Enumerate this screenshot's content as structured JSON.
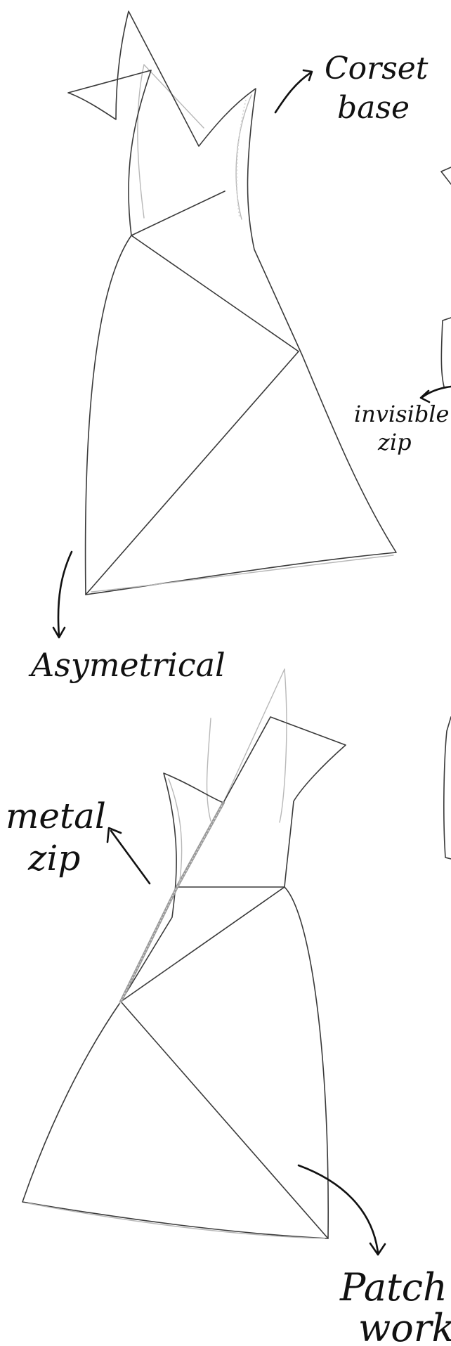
{
  "annotations": {
    "corset_base": {
      "line1": "Corset",
      "line2": "base"
    },
    "invisible_zip": {
      "line1": "invisible",
      "line2": "zip"
    },
    "asymetrical": "Asymetrical",
    "metal_zip": {
      "line1": "metal",
      "line2": "zip"
    },
    "patch_work": {
      "line1": "Patch",
      "line2": "work"
    }
  }
}
